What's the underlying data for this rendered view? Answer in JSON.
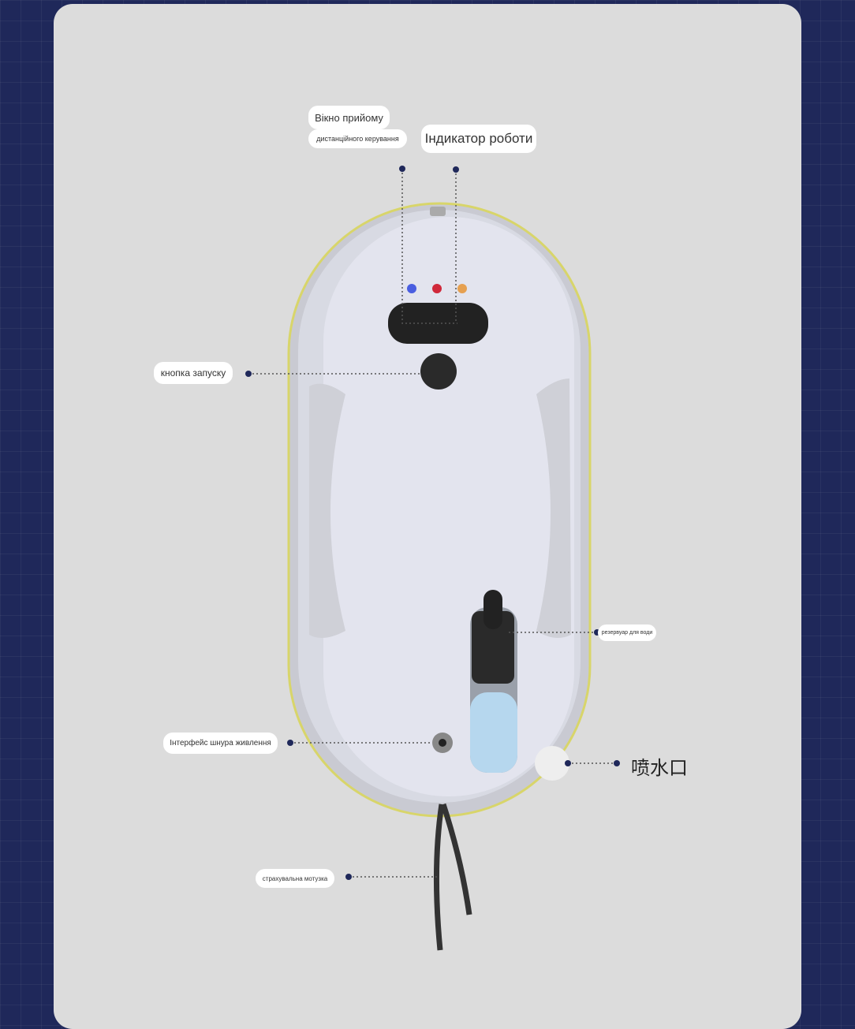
{
  "labels": {
    "remote_window_line1": "Вікно прийому",
    "remote_window_line2": "дистанційного керування",
    "work_indicator": "Індикатор роботи",
    "start_button": "кнопка запуску",
    "water_tank": "резервуар для води",
    "power_port": "Інтерфейс шнура живлення",
    "spray_nozzle": "喷水口",
    "safety_rope": "страхувальна мотузка"
  },
  "colors": {
    "background": "#1f285a",
    "card": "#dcdcdc",
    "dot": "#1f285a",
    "led_blue": "#4a5ee0",
    "led_red": "#d0283a",
    "led_orange": "#e6a050"
  }
}
